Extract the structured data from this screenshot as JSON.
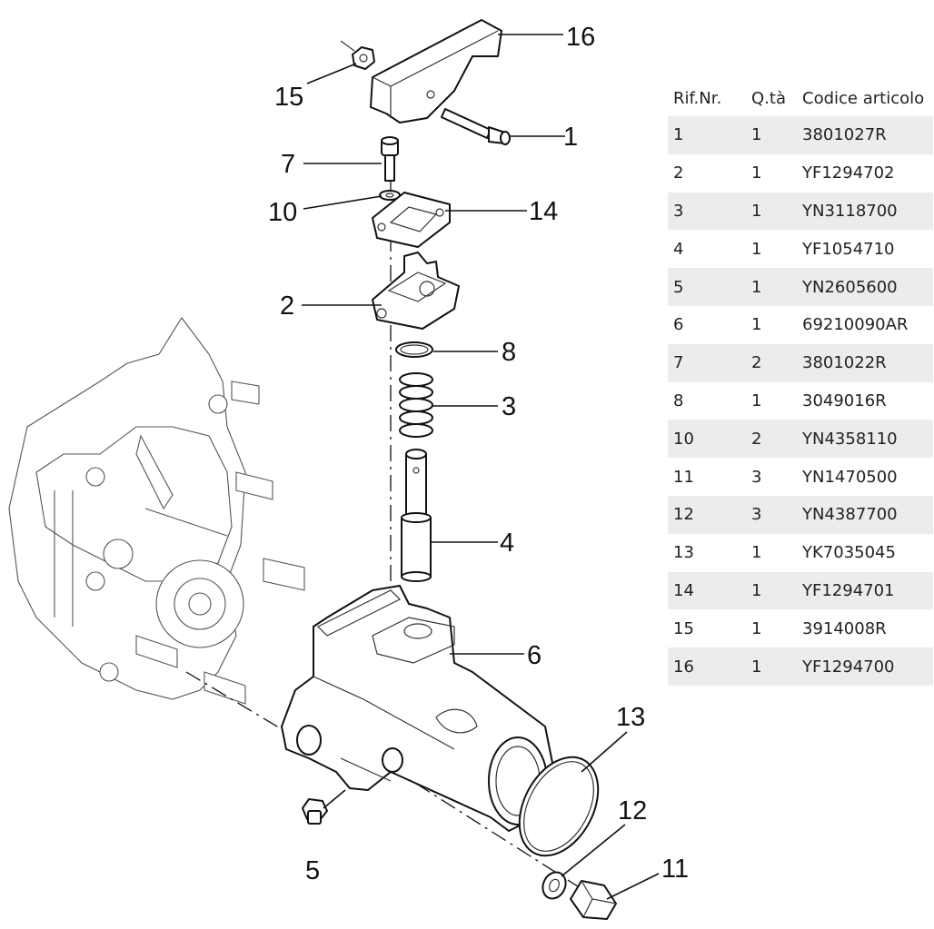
{
  "callouts": [
    "16",
    "15",
    "1",
    "7",
    "10",
    "14",
    "2",
    "8",
    "3",
    "4",
    "6",
    "13",
    "12",
    "11",
    "5"
  ],
  "table": {
    "headers": [
      "Rif.Nr.",
      "Q.tà",
      "Codice articolo"
    ],
    "rows": [
      [
        "1",
        "1",
        "3801027R"
      ],
      [
        "2",
        "1",
        "YF1294702"
      ],
      [
        "3",
        "1",
        "YN3118700"
      ],
      [
        "4",
        "1",
        "YF1054710"
      ],
      [
        "5",
        "1",
        "YN2605600"
      ],
      [
        "6",
        "1",
        "69210090AR"
      ],
      [
        "7",
        "2",
        "3801022R"
      ],
      [
        "8",
        "1",
        "3049016R"
      ],
      [
        "10",
        "2",
        "YN4358110"
      ],
      [
        "11",
        "3",
        "YN1470500"
      ],
      [
        "12",
        "3",
        "YN4387700"
      ],
      [
        "13",
        "1",
        "YK7035045"
      ],
      [
        "14",
        "1",
        "YF1294701"
      ],
      [
        "15",
        "1",
        "3914008R"
      ],
      [
        "16",
        "1",
        "YF1294700"
      ]
    ]
  }
}
